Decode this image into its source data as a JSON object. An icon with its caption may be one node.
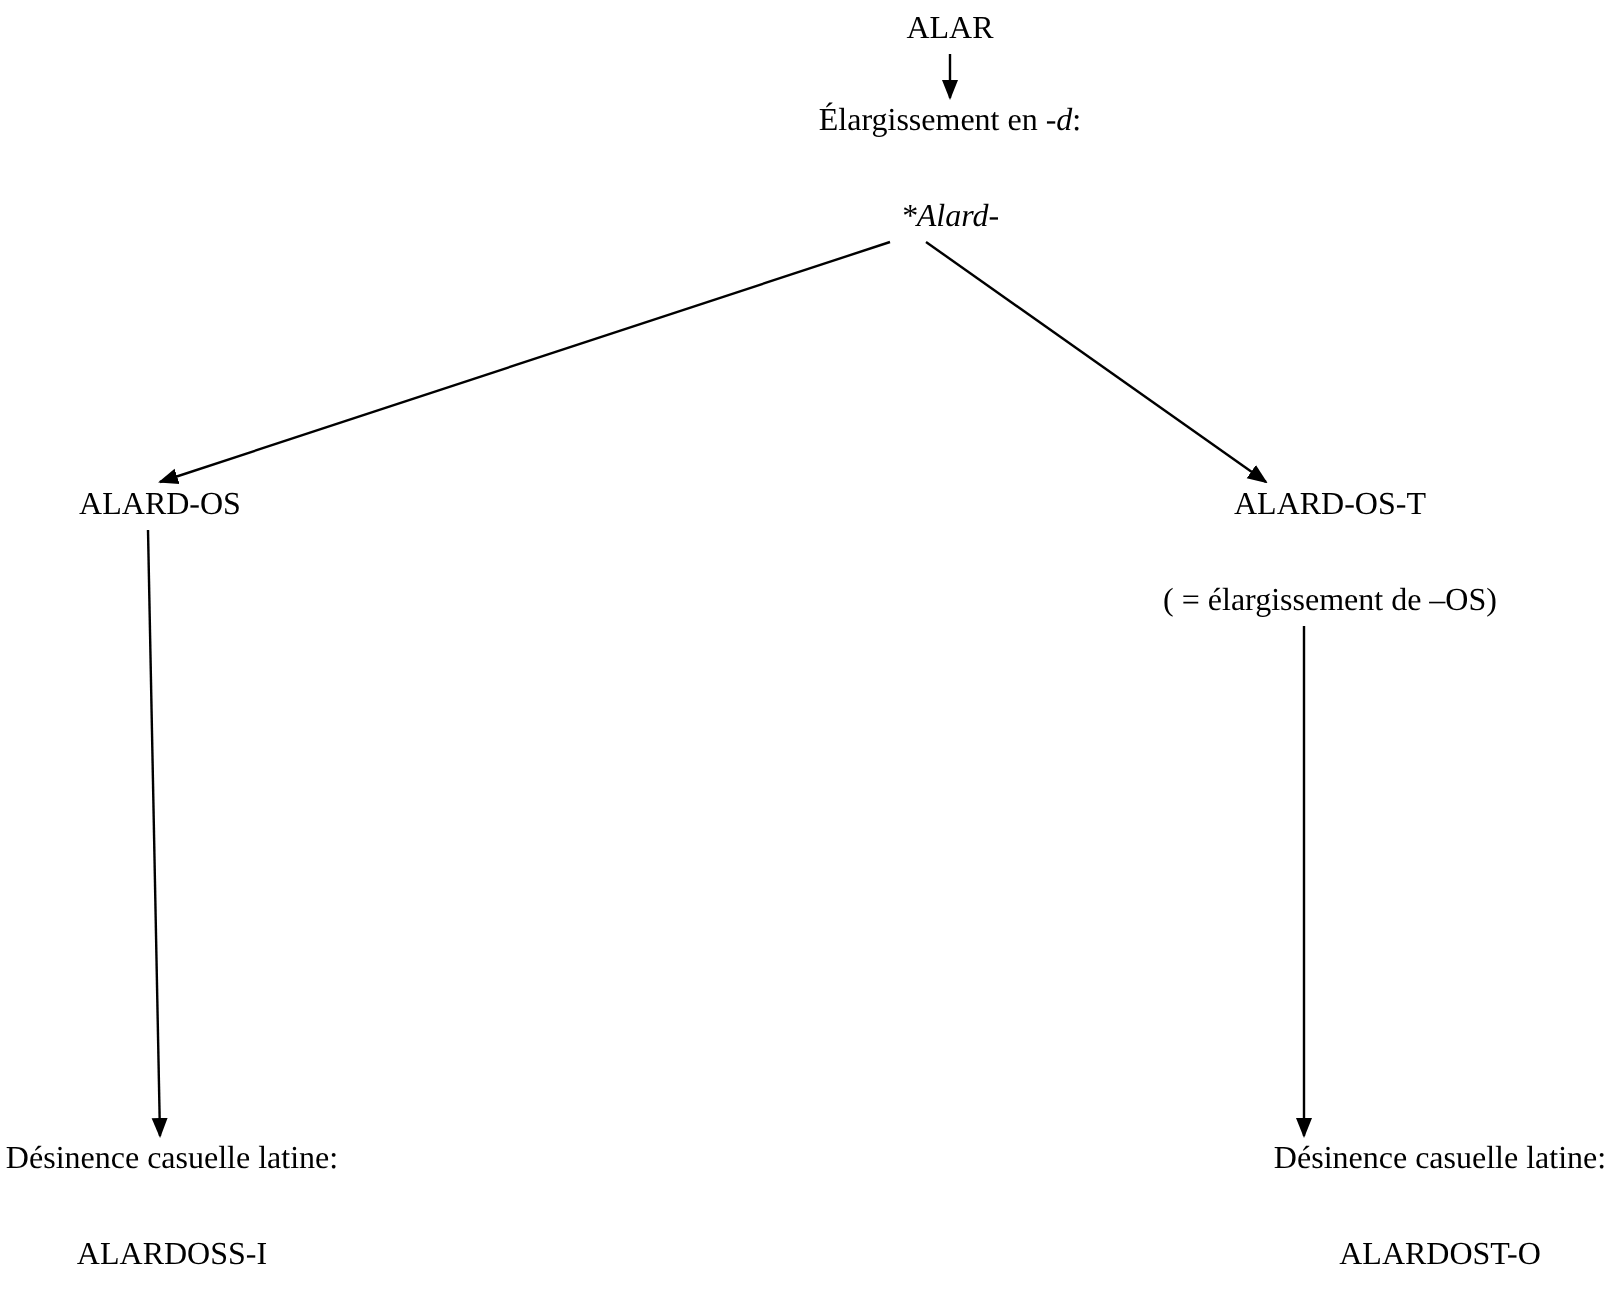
{
  "diagram": {
    "nodes": [
      {
        "text": [
          "ALAR"
        ]
      },
      {
        "text": [
          "Élargissement en -*d*:",
          "*Alard-"
        ]
      },
      {
        "text": [
          "ALARD-OS"
        ]
      },
      {
        "text": [
          "ALARD-OS-T",
          "( = élargissement de –OS)"
        ]
      },
      {
        "text": [
          "Désinence casuelle latine:",
          "ALARDOSS-I"
        ]
      },
      {
        "text": [
          "Désinence casuelle latine:",
          "ALARDOST-O"
        ]
      }
    ],
    "edges": [
      {
        "from": 0,
        "to": 1,
        "arrow": "to"
      },
      {
        "from": 1,
        "to": 2,
        "arrow": "to"
      },
      {
        "from": 1,
        "to": 3,
        "arrow": "to"
      },
      {
        "from": 2,
        "to": 4,
        "arrow": "to"
      },
      {
        "from": 3,
        "to": 5,
        "arrow": "to"
      }
    ]
  }
}
